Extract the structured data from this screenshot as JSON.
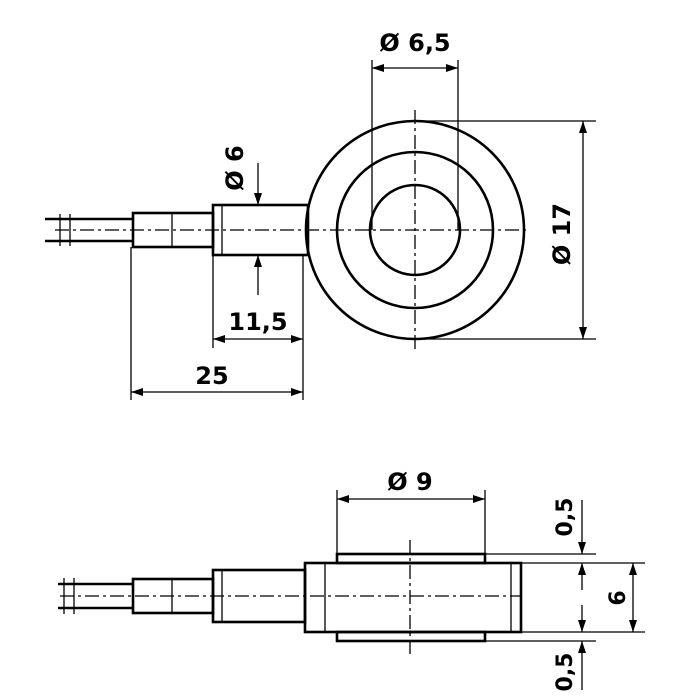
{
  "top_view": {
    "dim_bore": "Ø 6,5",
    "dim_outer": "Ø 17",
    "dim_shaft": "Ø 6",
    "dim_shaft_length": "11,5",
    "dim_overall_length": "25"
  },
  "side_view": {
    "dim_boss": "Ø 9",
    "dim_top_step": "0,5",
    "dim_height": "6",
    "dim_bottom_step": "0,5"
  }
}
